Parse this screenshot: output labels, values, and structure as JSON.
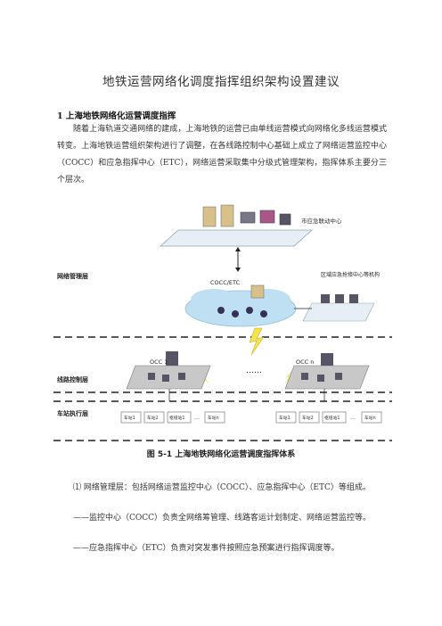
{
  "doc": {
    "title": "地铁运营网络化调度指挥组织架构设置建议",
    "section_heading": "1 上海地铁网络化运营调度指挥",
    "intro_paragraph": "随着上海轨道交通网络的建成，上海地铁的运营已由单线运营模式向网络化多线运营模式转变。上海地铁运营组织架构进行了调整，在各线路控制中心基础上成立了网络运营监控中心（COCC）和应急指挥中心（ETC），网络运营采取集中分级式管理架构，指挥体系主要分三个层次。",
    "figure_caption": "图 5-1 上海地铁网络化运营调度指挥体系",
    "item1": "⑴ 网络管理层：包括网络运营监控中心（COCC）、应急指挥中心（ETC）等组成。",
    "item1_sub1": "——监控中心（COCC）负责全网络筹管理、线路客运计划制定、网络运营监控等。",
    "item1_sub2": "——应急指挥中心（ETC）负责对突发事件按照应急预案进行指挥调度等。"
  },
  "diagram": {
    "top_label": "市应急联动中心",
    "network_layer": "网络管理层",
    "line_layer": "线路控制层",
    "station_layer": "车站执行层",
    "cocc_label": "COCC/ETC",
    "regional_center": "区域应急抢修中心等机构",
    "occ1": "OCC 1",
    "occn": "OCC n",
    "dots": "……",
    "left_stations": [
      "车站1",
      "车站2",
      "枢纽站1",
      "…",
      "车站n"
    ],
    "right_stations": [
      "车站1",
      "车站2",
      "枢纽站1",
      "…",
      "车站n"
    ]
  }
}
